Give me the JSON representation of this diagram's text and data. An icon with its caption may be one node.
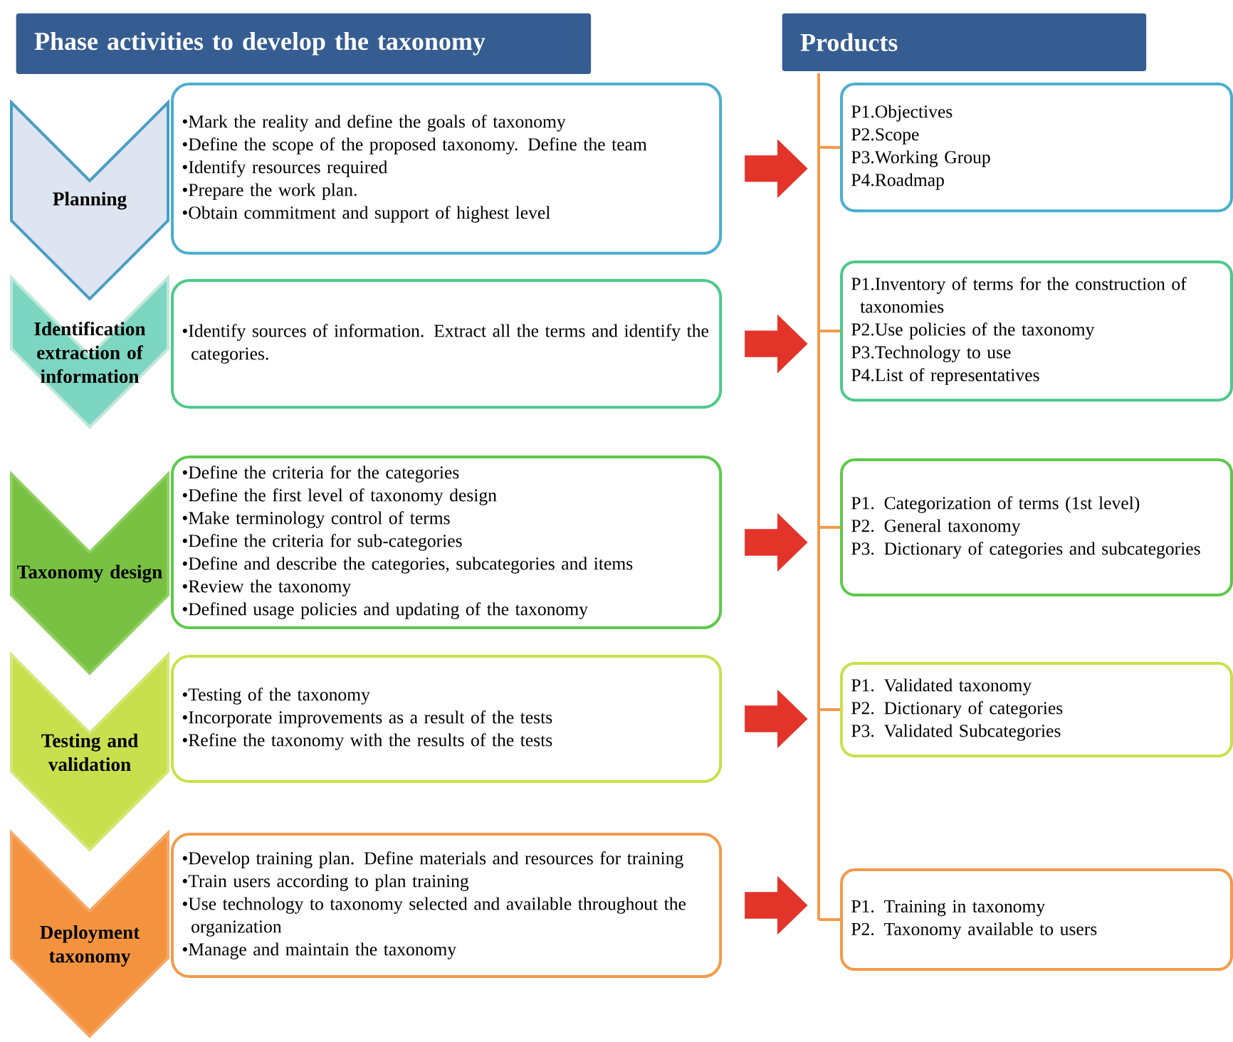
{
  "diagram": {
    "nodes": [
      {
        "text": [
          "Phase activities to develop the taxonomy"
        ]
      },
      {
        "text": [
          "Products"
        ]
      },
      {
        "text": [
          "Planning"
        ]
      },
      {
        "text": [
          "•Mark the reality and define the goals of taxonomy",
          "•Define the scope of the proposed taxonomy. Define the team",
          "•Identify resources required",
          "•Prepare the work plan.",
          "•Obtain commitment and support of highest level"
        ]
      },
      {
        "text": [
          "P1.Objectives",
          "P2.Scope",
          "P3.Working Group",
          "P4.Roadmap"
        ]
      },
      {
        "text": [
          "Identification extraction of information"
        ]
      },
      {
        "text": [
          "•Identify sources of information. Extract all the terms and identify the categories."
        ]
      },
      {
        "text": [
          "P1.Inventory of terms for the construction of taxonomies",
          "P2.Use policies of the taxonomy",
          "P3.Technology to use",
          "P4.List of representatives"
        ]
      },
      {
        "text": [
          "Taxonomy design"
        ]
      },
      {
        "text": [
          "•Define the criteria for the categories",
          "•Define the first level of taxonomy design",
          "•Make terminology control of terms",
          "•Define the criteria for sub-categories",
          "•Define and describe the categories, subcategories and items",
          "•Review the taxonomy",
          "•Defined usage policies and updating of the taxonomy"
        ]
      },
      {
        "text": [
          "P1. Categorization of terms (1st level)",
          "P2. General taxonomy",
          "P3. Dictionary of categories and subcategories"
        ]
      },
      {
        "text": [
          "Testing and validation"
        ]
      },
      {
        "text": [
          "•Testing of the taxonomy",
          "•Incorporate improvements as a result of the tests",
          "•Refine the taxonomy with the results of the tests"
        ]
      },
      {
        "text": [
          "P1. Validated taxonomy",
          "P2. Dictionary of categories",
          "P3. Validated Subcategories"
        ]
      },
      {
        "text": [
          "Deployment taxonomy"
        ]
      },
      {
        "text": [
          "•Develop training plan. Define materials and resources for training",
          "•Train users according to plan training",
          "•Use technology to taxonomy selected and available throughout the organization",
          "•Manage and maintain the taxonomy"
        ]
      },
      {
        "text": [
          "P1. Training in taxonomy",
          "P2. Taxonomy available to users"
        ]
      }
    ],
    "edges": [
      {
        "from": 3,
        "to": 4,
        "arrow": "to",
        "style": "thick",
        "color": "#e3342a"
      },
      {
        "from": 6,
        "to": 7,
        "arrow": "to",
        "style": "thick",
        "color": "#e3342a"
      },
      {
        "from": 9,
        "to": 10,
        "arrow": "to",
        "style": "thick",
        "color": "#e3342a"
      },
      {
        "from": 12,
        "to": 13,
        "arrow": "to",
        "style": "thick",
        "color": "#e3342a"
      },
      {
        "from": 15,
        "to": 16,
        "arrow": "to",
        "style": "thick",
        "color": "#e3342a"
      },
      {
        "from": 1,
        "to": 4,
        "arrow": "none",
        "color": "#f39a4a"
      },
      {
        "from": 1,
        "to": 7,
        "arrow": "none",
        "color": "#f39a4a"
      },
      {
        "from": 1,
        "to": 10,
        "arrow": "none",
        "color": "#f39a4a"
      },
      {
        "from": 1,
        "to": 13,
        "arrow": "none",
        "color": "#f39a4a"
      },
      {
        "from": 1,
        "to": 16,
        "arrow": "none",
        "color": "#f39a4a"
      }
    ]
  }
}
